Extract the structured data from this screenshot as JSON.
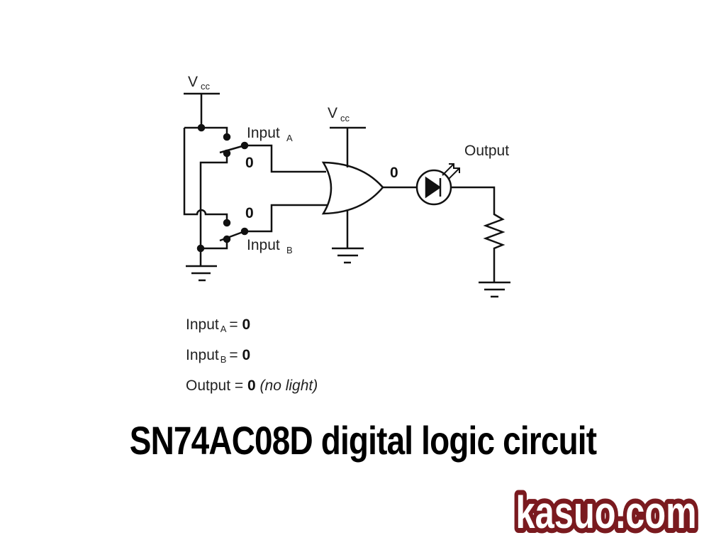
{
  "diagram": {
    "vcc_label": "V",
    "vcc_sub": "cc",
    "input_a_label": "Input",
    "input_a_sub": "A",
    "input_b_label": "Input",
    "input_b_sub": "B",
    "input_a_state": "0",
    "input_b_state": "0",
    "gate_output_state": "0",
    "output_label": "Output"
  },
  "truth": {
    "line1_label": "Input",
    "line1_sub": "A",
    "line1_eq": "=",
    "line1_value": "0",
    "line2_label": "Input",
    "line2_sub": "B",
    "line2_eq": "=",
    "line2_value": "0",
    "line3_label": "Output =",
    "line3_value": "0",
    "line3_note": "(no light)"
  },
  "title": "SN74AC08D digital logic circuit",
  "watermark": "kasuo.com",
  "colors": {
    "watermark_outline": "#7a1a1f"
  }
}
